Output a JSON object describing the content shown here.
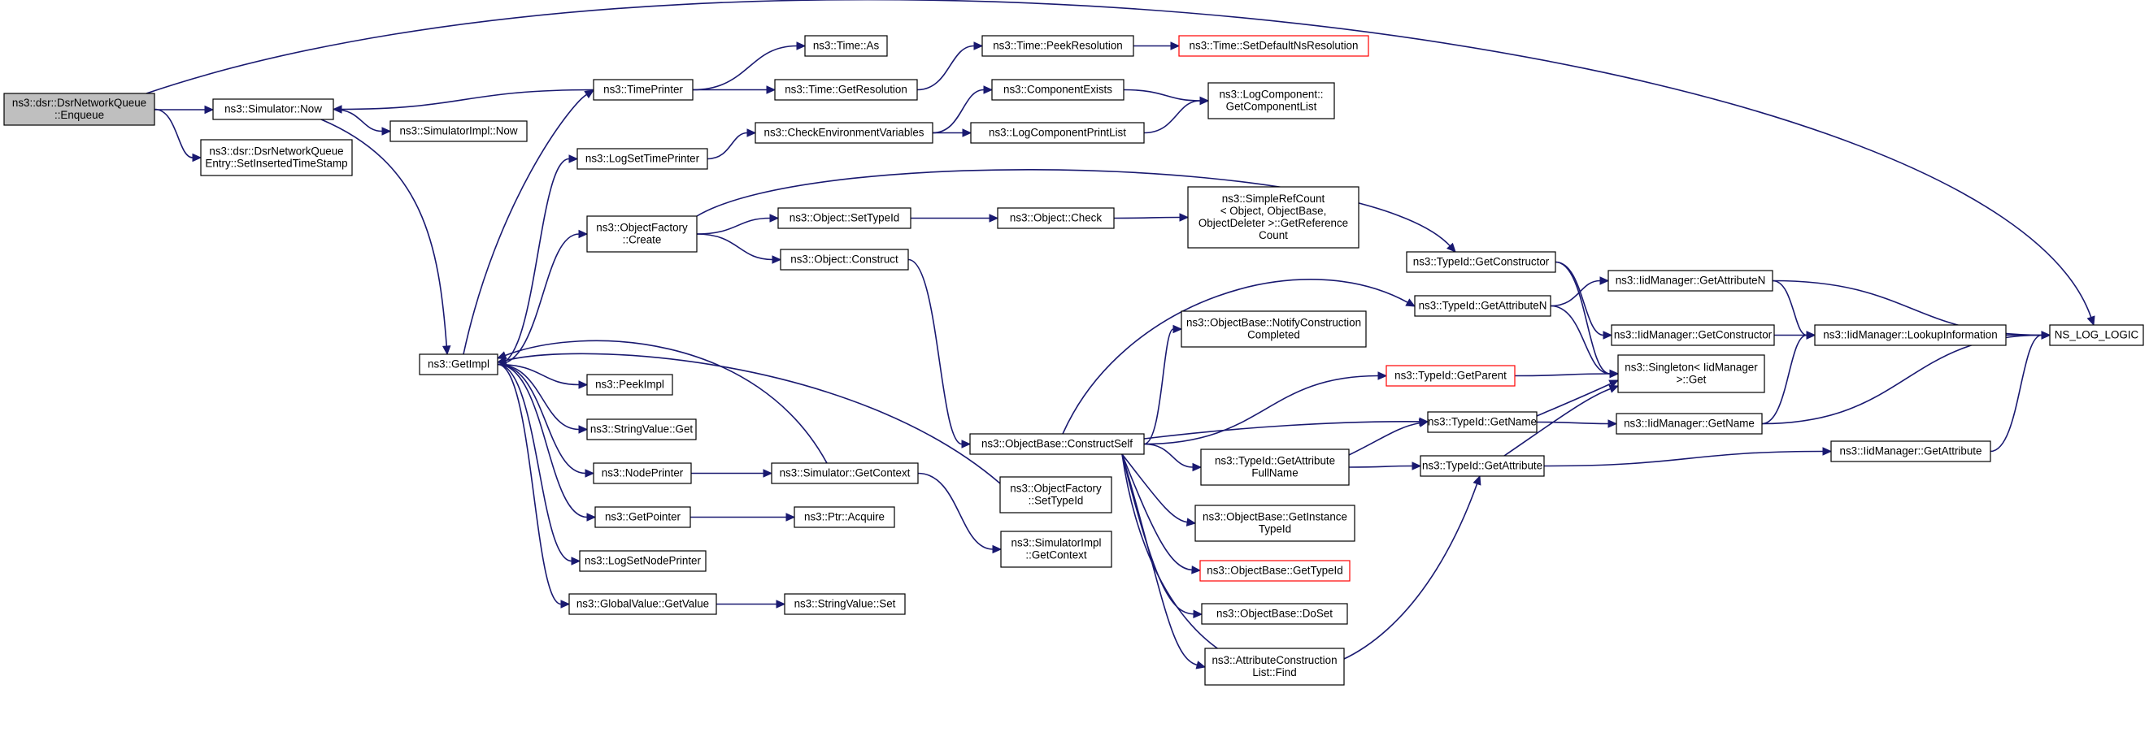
{
  "graph": {
    "nodes": [
      {
        "id": "enqueue",
        "lines": [
          "ns3::dsr::DsrNetworkQueue",
          "::Enqueue"
        ],
        "style": "root"
      },
      {
        "id": "sim_now",
        "lines": [
          "ns3::Simulator::Now"
        ]
      },
      {
        "id": "set_ins",
        "lines": [
          "ns3::dsr::DsrNetworkQueue",
          "Entry::SetInsertedTimeStamp"
        ]
      },
      {
        "id": "simimpl_now",
        "lines": [
          "ns3::SimulatorImpl::Now"
        ]
      },
      {
        "id": "getimpl",
        "lines": [
          "ns3::GetImpl"
        ]
      },
      {
        "id": "timeprinter",
        "lines": [
          "ns3::TimePrinter"
        ]
      },
      {
        "id": "logsettp",
        "lines": [
          "ns3::LogSetTimePrinter"
        ]
      },
      {
        "id": "objfact_create",
        "lines": [
          "ns3::ObjectFactory",
          "::Create"
        ]
      },
      {
        "id": "peekimpl",
        "lines": [
          "ns3::PeekImpl"
        ]
      },
      {
        "id": "strval_get",
        "lines": [
          "ns3::StringValue::Get"
        ]
      },
      {
        "id": "nodeprinter",
        "lines": [
          "ns3::NodePrinter"
        ]
      },
      {
        "id": "getpointer",
        "lines": [
          "ns3::GetPointer"
        ]
      },
      {
        "id": "logsetnp",
        "lines": [
          "ns3::LogSetNodePrinter"
        ]
      },
      {
        "id": "gv_getvalue",
        "lines": [
          "ns3::GlobalValue::GetValue"
        ]
      },
      {
        "id": "time_as",
        "lines": [
          "ns3::Time::As"
        ]
      },
      {
        "id": "time_getres",
        "lines": [
          "ns3::Time::GetResolution"
        ]
      },
      {
        "id": "checkenv",
        "lines": [
          "ns3::CheckEnvironmentVariables"
        ]
      },
      {
        "id": "obj_settypeid",
        "lines": [
          "ns3::Object::SetTypeId"
        ]
      },
      {
        "id": "obj_construct",
        "lines": [
          "ns3::Object::Construct"
        ]
      },
      {
        "id": "sim_getctx",
        "lines": [
          "ns3::Simulator::GetContext"
        ]
      },
      {
        "id": "ptr_acquire",
        "lines": [
          "ns3::Ptr::Acquire"
        ]
      },
      {
        "id": "strval_set",
        "lines": [
          "ns3::StringValue::Set"
        ]
      },
      {
        "id": "time_peekres",
        "lines": [
          "ns3::Time::PeekResolution"
        ]
      },
      {
        "id": "compexists",
        "lines": [
          "ns3::ComponentExists"
        ]
      },
      {
        "id": "logcompprint",
        "lines": [
          "ns3::LogComponentPrintList"
        ]
      },
      {
        "id": "obj_check",
        "lines": [
          "ns3::Object::Check"
        ]
      },
      {
        "id": "objbase_cs",
        "lines": [
          "ns3::ObjectBase::ConstructSelf"
        ]
      },
      {
        "id": "objfact_settid",
        "lines": [
          "ns3::ObjectFactory",
          "::SetTypeId"
        ]
      },
      {
        "id": "simimpl_getctx",
        "lines": [
          "ns3::SimulatorImpl",
          "::GetContext"
        ]
      },
      {
        "id": "time_setdef",
        "lines": [
          "ns3::Time::SetDefaultNsResolution"
        ],
        "style": "red"
      },
      {
        "id": "logcomp_getlist",
        "lines": [
          "ns3::LogComponent::",
          "GetComponentList"
        ]
      },
      {
        "id": "simplerefcount",
        "lines": [
          "ns3::SimpleRefCount",
          "< Object, ObjectBase,",
          "ObjectDeleter >::GetReference",
          "Count"
        ]
      },
      {
        "id": "objbase_notify",
        "lines": [
          "ns3::ObjectBase::NotifyConstruction",
          "Completed"
        ]
      },
      {
        "id": "tid_getparent",
        "lines": [
          "ns3::TypeId::GetParent"
        ],
        "style": "red"
      },
      {
        "id": "tid_getattrfull",
        "lines": [
          "ns3::TypeId::GetAttribute",
          "FullName"
        ]
      },
      {
        "id": "objbase_getinst",
        "lines": [
          "ns3::ObjectBase::GetInstance",
          "TypeId"
        ]
      },
      {
        "id": "objbase_gettid",
        "lines": [
          "ns3::ObjectBase::GetTypeId"
        ],
        "style": "red"
      },
      {
        "id": "objbase_doset",
        "lines": [
          "ns3::ObjectBase::DoSet"
        ]
      },
      {
        "id": "attrcons_find",
        "lines": [
          "ns3::AttributeConstruction",
          "List::Find"
        ]
      },
      {
        "id": "tid_getctor",
        "lines": [
          "ns3::TypeId::GetConstructor"
        ]
      },
      {
        "id": "tid_getattrn",
        "lines": [
          "ns3::TypeId::GetAttributeN"
        ]
      },
      {
        "id": "tid_getname",
        "lines": [
          "ns3::TypeId::GetName"
        ]
      },
      {
        "id": "tid_getattr",
        "lines": [
          "ns3::TypeId::GetAttribute"
        ]
      },
      {
        "id": "iid_getattrn",
        "lines": [
          "ns3::IidManager::GetAttributeN"
        ]
      },
      {
        "id": "iid_getctor",
        "lines": [
          "ns3::IidManager::GetConstructor"
        ]
      },
      {
        "id": "singleton_get",
        "lines": [
          "ns3::Singleton< IidManager",
          "  >::Get"
        ]
      },
      {
        "id": "iid_getname",
        "lines": [
          "ns3::IidManager::GetName"
        ]
      },
      {
        "id": "iid_lookup",
        "lines": [
          "ns3::IidManager::LookupInformation"
        ]
      },
      {
        "id": "iid_getattr",
        "lines": [
          "ns3::IidManager::GetAttribute"
        ]
      },
      {
        "id": "ns_log_logic",
        "lines": [
          "NS_LOG_LOGIC"
        ]
      }
    ],
    "edges": [
      [
        "enqueue",
        "sim_now"
      ],
      [
        "enqueue",
        "set_ins"
      ],
      [
        "enqueue",
        "ns_log_logic"
      ],
      [
        "sim_now",
        "simimpl_now"
      ],
      [
        "sim_now",
        "getimpl"
      ],
      [
        "timeprinter",
        "sim_now"
      ],
      [
        "timeprinter",
        "time_as"
      ],
      [
        "timeprinter",
        "time_getres"
      ],
      [
        "getimpl",
        "timeprinter"
      ],
      [
        "getimpl",
        "logsettp"
      ],
      [
        "getimpl",
        "objfact_create"
      ],
      [
        "getimpl",
        "peekimpl"
      ],
      [
        "getimpl",
        "strval_get"
      ],
      [
        "getimpl",
        "nodeprinter"
      ],
      [
        "getimpl",
        "getpointer"
      ],
      [
        "getimpl",
        "logsetnp"
      ],
      [
        "getimpl",
        "gv_getvalue"
      ],
      [
        "time_getres",
        "time_peekres"
      ],
      [
        "time_peekres",
        "time_setdef"
      ],
      [
        "logsettp",
        "checkenv"
      ],
      [
        "checkenv",
        "compexists"
      ],
      [
        "checkenv",
        "logcompprint"
      ],
      [
        "compexists",
        "logcomp_getlist"
      ],
      [
        "logcompprint",
        "logcomp_getlist"
      ],
      [
        "objfact_create",
        "obj_settypeid"
      ],
      [
        "objfact_create",
        "obj_construct"
      ],
      [
        "objfact_create",
        "tid_getctor"
      ],
      [
        "obj_settypeid",
        "obj_check"
      ],
      [
        "obj_check",
        "simplerefcount"
      ],
      [
        "obj_construct",
        "objbase_cs"
      ],
      [
        "nodeprinter",
        "sim_getctx"
      ],
      [
        "sim_getctx",
        "getimpl"
      ],
      [
        "sim_getctx",
        "simimpl_getctx"
      ],
      [
        "getpointer",
        "ptr_acquire"
      ],
      [
        "gv_getvalue",
        "strval_set"
      ],
      [
        "objfact_settid",
        "getimpl"
      ],
      [
        "objbase_cs",
        "tid_getattrn"
      ],
      [
        "objbase_cs",
        "objbase_notify"
      ],
      [
        "objbase_cs",
        "tid_getparent"
      ],
      [
        "objbase_cs",
        "tid_getname"
      ],
      [
        "objbase_cs",
        "tid_getattrfull"
      ],
      [
        "objbase_cs",
        "objbase_getinst"
      ],
      [
        "objbase_cs",
        "objbase_gettid"
      ],
      [
        "objbase_cs",
        "objbase_doset"
      ],
      [
        "objbase_cs",
        "attrcons_find"
      ],
      [
        "objbase_cs",
        "tid_getattr"
      ],
      [
        "tid_getattrfull",
        "tid_getname"
      ],
      [
        "tid_getattrfull",
        "tid_getattr"
      ],
      [
        "tid_getctor",
        "iid_getctor"
      ],
      [
        "tid_getctor",
        "singleton_get"
      ],
      [
        "tid_getattrn",
        "iid_getattrn"
      ],
      [
        "tid_getattrn",
        "singleton_get"
      ],
      [
        "tid_getparent",
        "singleton_get"
      ],
      [
        "tid_getname",
        "singleton_get"
      ],
      [
        "tid_getname",
        "iid_getname"
      ],
      [
        "tid_getattr",
        "singleton_get"
      ],
      [
        "tid_getattr",
        "iid_getattr"
      ],
      [
        "iid_getattrn",
        "iid_lookup"
      ],
      [
        "iid_getattrn",
        "ns_log_logic"
      ],
      [
        "iid_getctor",
        "iid_lookup"
      ],
      [
        "iid_lookup",
        "ns_log_logic"
      ],
      [
        "iid_getname",
        "iid_lookup"
      ],
      [
        "iid_getname",
        "ns_log_logic"
      ],
      [
        "iid_getattr",
        "ns_log_logic"
      ]
    ],
    "colors": {
      "edge": "#191970",
      "node_border": "#000000",
      "root_fill": "#bfbfbf",
      "highlight_border": "#ff0000"
    }
  }
}
